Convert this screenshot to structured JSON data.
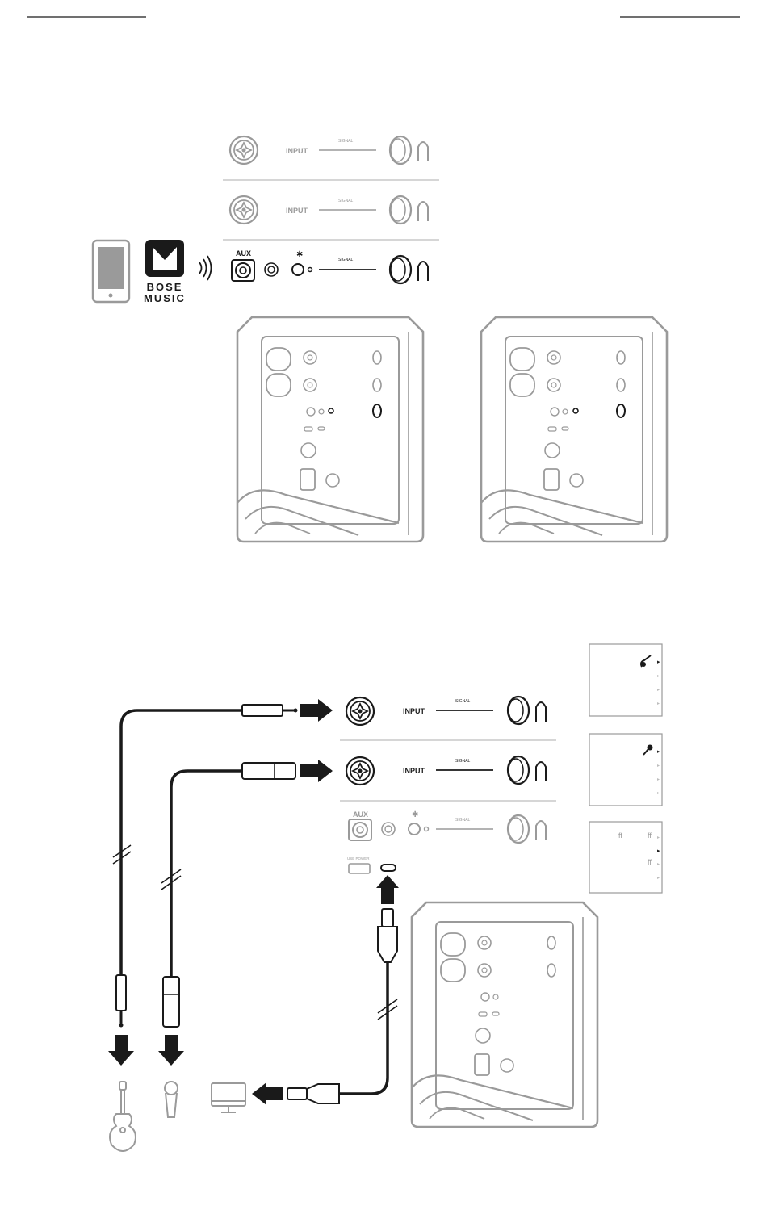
{
  "top_figure": {
    "panel_rows": [
      {
        "input_label": "INPUT",
        "signal_label": "SIGNAL",
        "state": "dim"
      },
      {
        "input_label": "INPUT",
        "signal_label": "SIGNAL",
        "state": "dim"
      },
      {
        "aux_label": "AUX",
        "signal_label": "SIGNAL",
        "state": "highlight"
      }
    ],
    "bose_music_logo_line1": "BOSE",
    "bose_music_logo_line2": "MUSIC"
  },
  "bottom_figure": {
    "panel_rows": [
      {
        "input_label": "INPUT",
        "signal_label": "SIGNAL",
        "state": "highlight"
      },
      {
        "input_label": "INPUT",
        "signal_label": "SIGNAL",
        "state": "highlight"
      },
      {
        "aux_label": "AUX",
        "signal_label": "SIGNAL",
        "state": "dim"
      }
    ],
    "usb_power_label": "USB POWER",
    "menu_panels": [
      {
        "icon": "guitar-icon",
        "items": [
          "",
          "",
          "",
          ""
        ]
      },
      {
        "icon": "microphone-icon",
        "items": [
          "",
          "",
          "",
          ""
        ]
      },
      {
        "icon": "",
        "items": [
          "ff",
          "ff",
          "",
          "ff"
        ]
      }
    ],
    "sources": [
      "guitar-icon",
      "microphone-icon",
      "computer-monitor-icon"
    ]
  },
  "colors": {
    "highlight": "#1a1a1a",
    "dim": "#9a9a9a",
    "line": "#bdbdbd"
  }
}
